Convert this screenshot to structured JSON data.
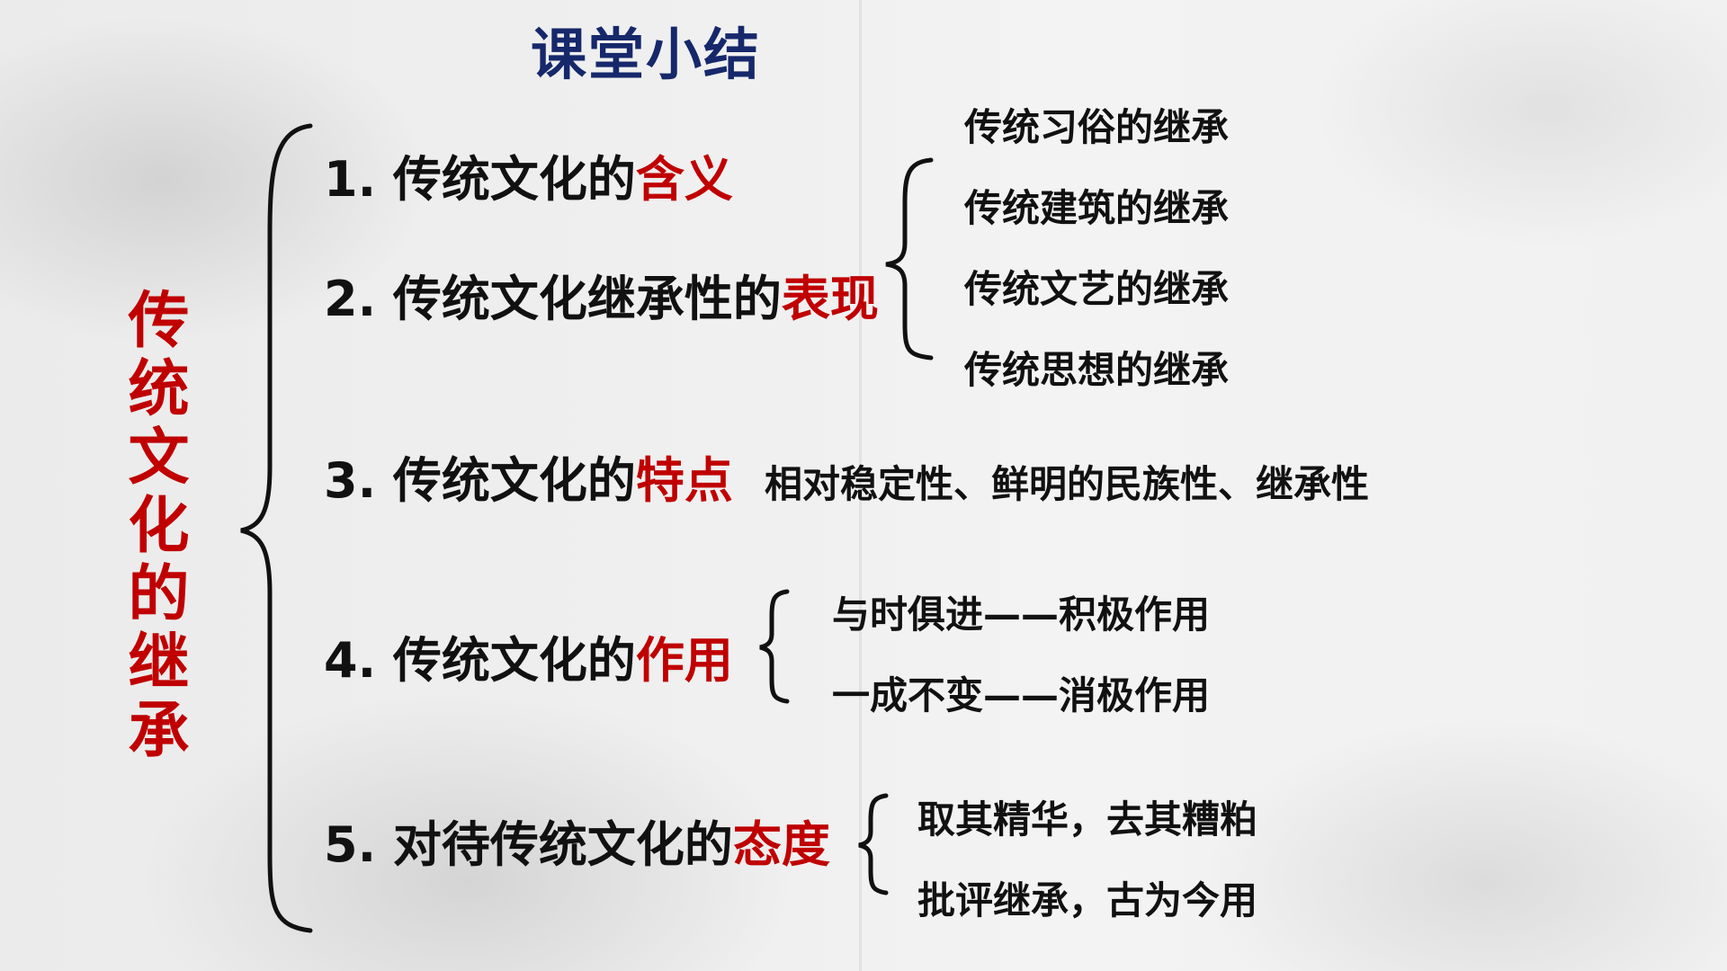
{
  "header": {
    "title": "课堂小结"
  },
  "side_title": "传统文化的继承",
  "items": [
    {
      "prefix": "1. 传统文化的",
      "emph": "含义"
    },
    {
      "prefix": "2. 传统文化继承性的",
      "emph": "表现"
    },
    {
      "prefix": "3. 传统文化的",
      "emph": "特点"
    },
    {
      "prefix": "4. 传统文化的",
      "emph": "作用"
    },
    {
      "prefix": "5. 对待传统文化的",
      "emph": "态度"
    }
  ],
  "expressions": [
    "传统习俗的继承",
    "传统建筑的继承",
    "传统文艺的继承",
    "传统思想的继承"
  ],
  "features": "相对稳定性、鲜明的民族性、继承性",
  "functions": [
    "与时俱进——积极作用",
    "一成不变——消极作用"
  ],
  "attitudes": [
    "取其精华，去其糟粕",
    "批评继承，古为今用"
  ],
  "colors": {
    "title": "#16286b",
    "emphasis": "#c00000",
    "text": "#111111"
  }
}
